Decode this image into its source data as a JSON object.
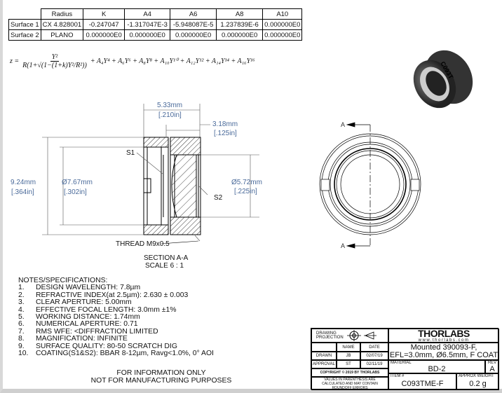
{
  "table": {
    "headers": [
      "",
      "Radius",
      "K",
      "A4",
      "A6",
      "A8",
      "A10"
    ],
    "rows": [
      [
        "Surface 1",
        "CX 4.828001",
        "-0.247047",
        "-1.317047E-3",
        "-5.948087E-5",
        "1.237839E-6",
        "0.000000E0"
      ],
      [
        "Surface 2",
        "PLANO",
        "0.000000E0",
        "0.000000E0",
        "0.000000E0",
        "0.000000E0",
        "0.000000E0"
      ]
    ]
  },
  "formula": {
    "lhs": "z =",
    "numerator": "Y²",
    "denominator": "R(1+√(1−(1+k)Y²/R²))",
    "terms": "+ A₄Y⁴ + A₆Y⁶ + A₈Y⁸ + A₁₀Y¹⁰ + A₁₂Y¹² + A₁₄Y¹⁴ + A₁₆Y¹⁶"
  },
  "section": {
    "dim_width_mm": "5.33mm",
    "dim_width_in": "[.210in]",
    "dim_depth_mm": "3.18mm",
    "dim_depth_in": "[.125in]",
    "dim_od_mm": "9.24mm",
    "dim_od_in": "[.364in]",
    "dim_id_mm": "Ø7.67mm",
    "dim_id_in": "[.302in]",
    "dim_ca_mm": "Ø5.72mm",
    "dim_ca_in": "[.225in]",
    "s1": "S1",
    "s2": "S2",
    "thread": "THREAD M9x0.5",
    "title": "SECTION A-A",
    "scale": "SCALE 6 : 1"
  },
  "front_view": {
    "section_label": "A"
  },
  "photo": {
    "engraving": "C093T"
  },
  "notes": {
    "title": "NOTES/SPECIFICATIONS:",
    "items": [
      {
        "n": "1.",
        "t": "DESIGN WAVELENGTH: 7.8µm"
      },
      {
        "n": "2.",
        "t": "REFRACTIVE INDEX(at 2.5µm): 2.630 ± 0.003"
      },
      {
        "n": "3.",
        "t": "CLEAR APERTURE: 5.00mm"
      },
      {
        "n": "4.",
        "t": "EFFECTIVE FOCAL LENGTH: 3.0mm ±1%"
      },
      {
        "n": "5.",
        "t": "WORKING DISTANCE: 1.74mm"
      },
      {
        "n": "6.",
        "t": "NUMERICAL APERTURE: 0.71"
      },
      {
        "n": "7.",
        "t": "RMS WFE: <DIFFRACTION LIMITED"
      },
      {
        "n": "8.",
        "t": "MAGNIFICATION: INFINITE"
      },
      {
        "n": "9.",
        "t": "SURFACE QUALITY: 80-50 SCRATCH DIG"
      },
      {
        "n": "10.",
        "t": "COATING(S1&S2): BBAR 8-12µm, Ravg<1.0%, 0° AOI"
      }
    ],
    "disclaimer1": "FOR INFORMATION ONLY",
    "disclaimer2": "NOT FOR MANUFACTURING PURPOSES"
  },
  "title_block": {
    "projection": "DRAWING PROJECTION",
    "name_h": "NAME",
    "date_h": "DATE",
    "drawn": "DRAWN",
    "drawn_name": "JB",
    "drawn_date": "02/07/19",
    "approval": "APPROVAL",
    "approval_name": "ST",
    "approval_date": "02/11/19",
    "copyright": "COPYRIGHT © 2019 BY THORLABS",
    "values_note": "VALUES IN PARENTHESIS ARE CALCULATED AND MAY CONTAIN ROUNDOFF ERRORS",
    "logo": "THORLABS",
    "website": "www.thorlabs.com",
    "desc1": "Mounted 390093-F,",
    "desc2": "EFL=3.0mm, Ø6.5mm, F COAT",
    "material_h": "MATERIAL",
    "material": "BD-2",
    "rev_h": "REV",
    "rev": "A",
    "item_h": "ITEM #",
    "item": "C093TME-F",
    "weight_h": "APPROX WEIGHT",
    "weight": "0.2 g"
  }
}
